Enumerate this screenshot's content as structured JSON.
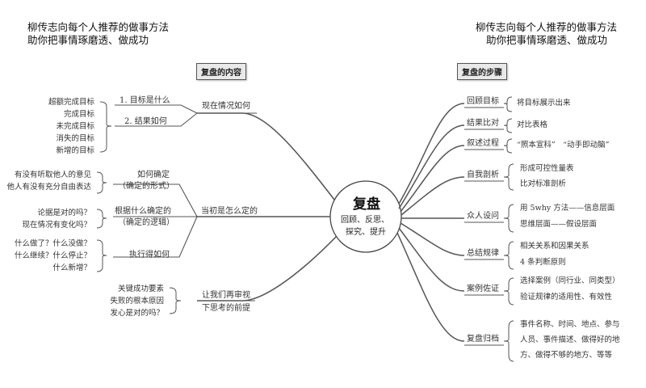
{
  "header_left": {
    "line1": "柳传志向每个人推荐的做事方法",
    "line2": "助你把事情琢磨透、做成功"
  },
  "header_right": {
    "line1": "柳传志向每个人推荐的做事方法",
    "line2": "助你把事情琢磨透、做成功"
  },
  "center": {
    "title": "复盘",
    "line1": "回顾、反思、",
    "line2": "探究、提升"
  },
  "left_section": {
    "title": "复盘的内容"
  },
  "right_section": {
    "title": "复盘的步骤"
  },
  "left": {
    "b1": {
      "label": "现在情况如何",
      "items": [
        "1. 目标是什么",
        "2. 结果如何"
      ],
      "details": [
        "超额完成目标",
        "完成目标",
        "未完成目标",
        "消失的目标",
        "新增的目标"
      ]
    },
    "b2": {
      "label": "当初是怎么定的",
      "subs": [
        {
          "l1": "如何确定",
          "l2": "（确定的形式）",
          "notes": [
            "有没有听取他人的意见",
            "他人有没有充分自由表达"
          ]
        },
        {
          "l1": "根据什么确定的",
          "l2": "（确定的逻辑）",
          "notes": [
            "论据是对的吗？",
            "现在情况有变化吗？"
          ]
        },
        {
          "l1": "执行得如何",
          "l2": "",
          "notes": [
            "什么做了？什么没做？",
            "什么继续？什么停止？",
            "什么新增？"
          ]
        }
      ]
    },
    "b3": {
      "l1": "让我们再审视",
      "l2": "下思考的前提",
      "notes": [
        "关键成功要素",
        "失败的根本原因",
        "发心是对的吗？"
      ]
    }
  },
  "right": {
    "steps": [
      {
        "label": "回顾目标",
        "details": [
          "将目标展示出来"
        ]
      },
      {
        "label": "结果比对",
        "details": [
          "对比表格"
        ]
      },
      {
        "label": "叙述过程",
        "details": [
          "“照本宣科”　“动手即动脑”"
        ]
      },
      {
        "label": "自我剖析",
        "details": [
          "形成可控性量表",
          "比对标准剖析"
        ]
      },
      {
        "label": "众人设问",
        "details": [
          "用 5why 方法——信息层面",
          "思维层面——假设层面"
        ]
      },
      {
        "label": "总结规律",
        "details": [
          "相关关系和因果关系",
          "4 条判断原则"
        ]
      },
      {
        "label": "案例佐证",
        "details": [
          "选择案例（同行业、同类型）",
          "验证规律的适用性、有效性"
        ]
      },
      {
        "label": "复盘归档",
        "details": [
          "事件名称、时间、地点、参与",
          "人员、事件描述、做得好的地",
          "方、做得不够的地方、等等"
        ]
      }
    ]
  }
}
